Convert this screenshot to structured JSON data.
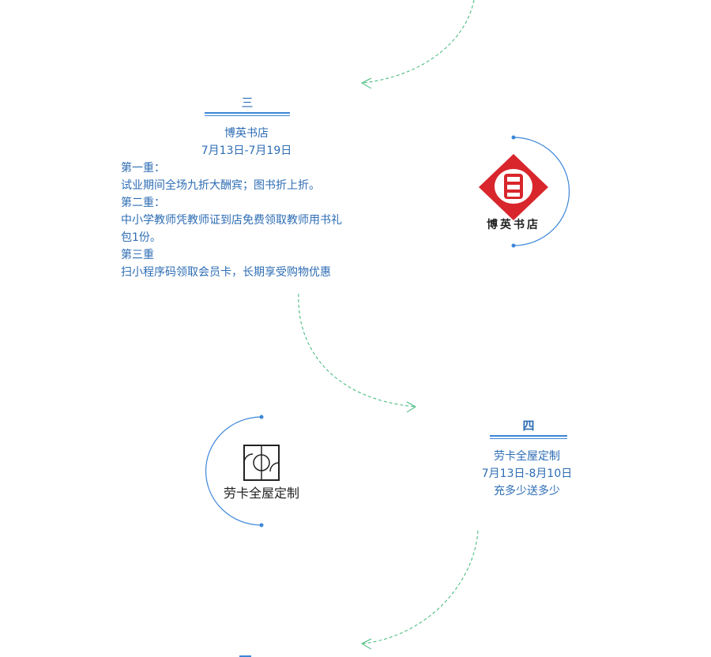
{
  "sections": [
    {
      "number": "三",
      "store": "博英书店",
      "dates": "7月13日-7月19日",
      "offers": [
        "第一重：",
        "试业期间全场九折大酬宾；图书折上折。",
        "第二重：",
        "中小学教师凭教师证到店免费领取教师用书礼",
        "包1份。",
        "第三重",
        "扫小程序码领取会员卡，长期享受购物优惠"
      ],
      "logo_text": "博英书店"
    },
    {
      "number": "四",
      "store": "劳卡全屋定制",
      "dates": "7月13日-8月10日",
      "offer": "充多少送多少",
      "logo_text": "劳卡全屋定制"
    }
  ],
  "colors": {
    "accent": "#2e6db4",
    "rule": "#3c86d8",
    "dashed": "#3cb878",
    "logo_red": "#d8262c"
  }
}
